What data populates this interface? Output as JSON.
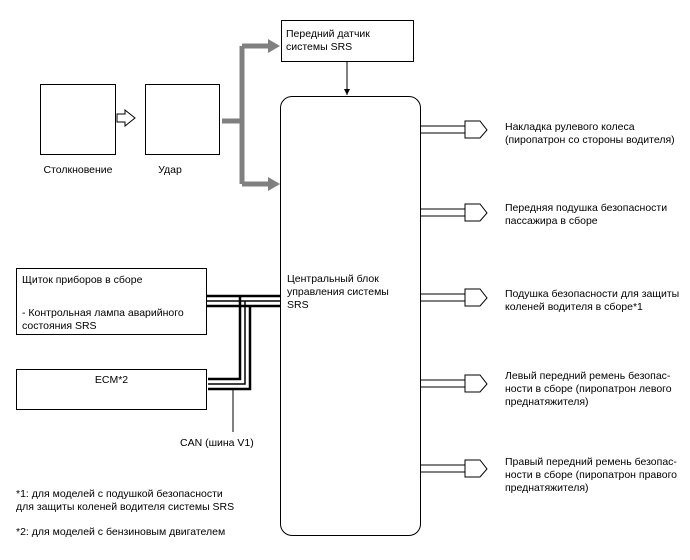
{
  "labels": {
    "front_sensor": "Передний датчик\nсистемы SRS",
    "collision": "Столкновение",
    "impact": "Удар",
    "central_unit": "Центральный блок\nуправления системы\nSRS",
    "instrument_cluster": "Щиток приборов в сборе",
    "warning_lamp": "- Контрольная лампа аварийного\nсостояния SRS",
    "ecm": "ECM*2",
    "can_bus": "CAN (шина V1)"
  },
  "outputs": [
    "Накладка рулевого колеса\n(пиропатрон со стороны водителя)",
    "Передняя подушка безопасности\nпассажира в сборе",
    "Подушка безопасности для защиты\nколеней водителя в сборе*1",
    "Левый передний ремень безопас-\nности в сборе (пиропатрон левого\nпреднатяжителя)",
    "Правый передний ремень безопас-\nности в сборе (пиропатрон правого\nпреднатяжителя)"
  ],
  "footnotes": [
    "*1: для моделей с подушкой безопасности\nдля защиты коленей водителя системы SRS",
    "*2: для моделей с бензиновым двигателем"
  ],
  "colors": {
    "line": "#000000",
    "arrow_gray": "#808080",
    "background": "#ffffff"
  }
}
